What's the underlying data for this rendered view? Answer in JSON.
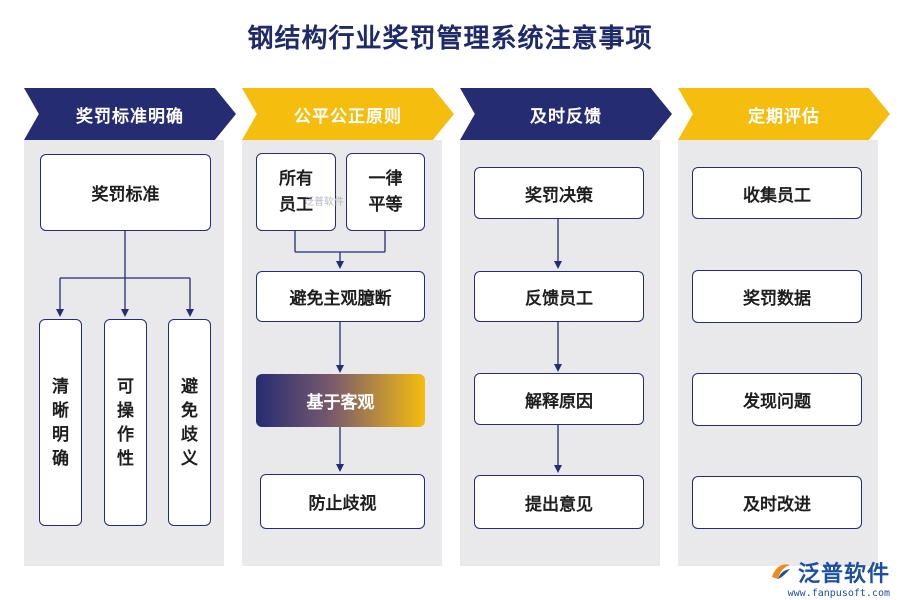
{
  "title": "钢结构行业奖罚管理系统注意事项",
  "columns": [
    {
      "header": "奖罚标准明确",
      "top_box": "奖罚标准",
      "children": [
        "清晰明确",
        "可操作性",
        "避免歧义"
      ]
    },
    {
      "header": "公平公正原则",
      "inputs": [
        "所有员工",
        "一律平等"
      ],
      "steps": [
        "避免主观臆断",
        "基于客观",
        "防止歧视"
      ]
    },
    {
      "header": "及时反馈",
      "steps": [
        "奖罚决策",
        "反馈员工",
        "解释原因",
        "提出意见"
      ]
    },
    {
      "header": "定期评估",
      "steps": [
        "收集员工",
        "奖罚数据",
        "发现问题",
        "及时改进"
      ]
    }
  ],
  "watermark": "泛普软件",
  "brand": {
    "name": "泛普软件",
    "url": "www.fanpusoft.com"
  },
  "colors": {
    "navy": "#262c72",
    "gold": "#f5bd0e",
    "panel": "#e9e9ec"
  }
}
